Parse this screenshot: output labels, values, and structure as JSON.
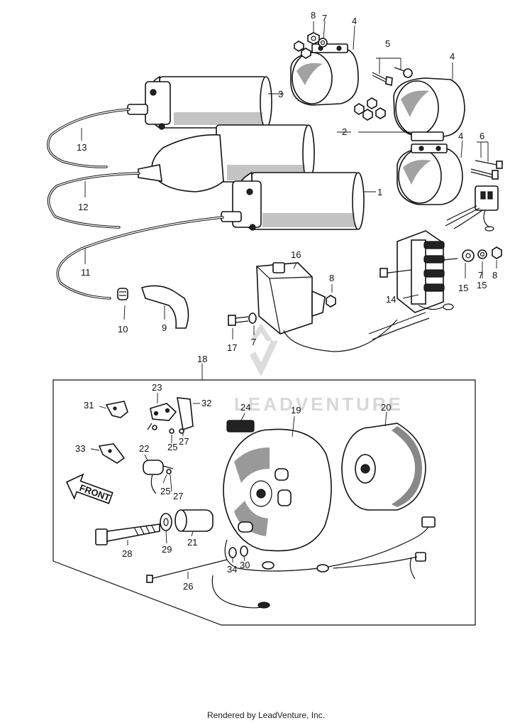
{
  "diagram": {
    "labels": [
      {
        "id": "1",
        "text": "1"
      },
      {
        "id": "2",
        "text": "2"
      },
      {
        "id": "3",
        "text": "3"
      },
      {
        "id": "4a",
        "text": "4"
      },
      {
        "id": "4b",
        "text": "4"
      },
      {
        "id": "4c",
        "text": "4"
      },
      {
        "id": "5",
        "text": "5"
      },
      {
        "id": "6",
        "text": "6"
      },
      {
        "id": "7a",
        "text": "7"
      },
      {
        "id": "7b",
        "text": "7"
      },
      {
        "id": "7c",
        "text": "7"
      },
      {
        "id": "8a",
        "text": "8"
      },
      {
        "id": "8b",
        "text": "8"
      },
      {
        "id": "8c",
        "text": "8"
      },
      {
        "id": "9",
        "text": "9"
      },
      {
        "id": "10",
        "text": "10"
      },
      {
        "id": "11",
        "text": "11"
      },
      {
        "id": "12",
        "text": "12"
      },
      {
        "id": "13",
        "text": "13"
      },
      {
        "id": "14",
        "text": "14"
      },
      {
        "id": "15a",
        "text": "15"
      },
      {
        "id": "15b",
        "text": "15"
      },
      {
        "id": "16",
        "text": "16"
      },
      {
        "id": "17",
        "text": "17"
      },
      {
        "id": "18",
        "text": "18"
      },
      {
        "id": "19",
        "text": "19"
      },
      {
        "id": "20",
        "text": "20"
      },
      {
        "id": "21",
        "text": "21"
      },
      {
        "id": "22",
        "text": "22"
      },
      {
        "id": "23",
        "text": "23"
      },
      {
        "id": "24",
        "text": "24"
      },
      {
        "id": "25a",
        "text": "25"
      },
      {
        "id": "25b",
        "text": "25"
      },
      {
        "id": "26",
        "text": "26"
      },
      {
        "id": "27a",
        "text": "27"
      },
      {
        "id": "27b",
        "text": "27"
      },
      {
        "id": "28",
        "text": "28"
      },
      {
        "id": "29",
        "text": "29"
      },
      {
        "id": "30",
        "text": "30"
      },
      {
        "id": "31",
        "text": "31"
      },
      {
        "id": "32",
        "text": "32"
      },
      {
        "id": "33",
        "text": "33"
      },
      {
        "id": "34",
        "text": "34"
      }
    ],
    "front_arrow": "FRONT",
    "watermark": "LEADVENTURE"
  },
  "footer": "Rendered by LeadVenture, Inc."
}
